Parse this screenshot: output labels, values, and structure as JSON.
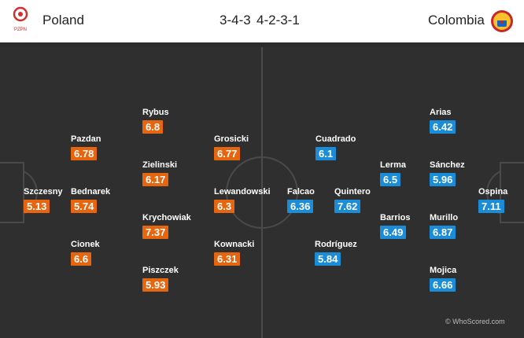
{
  "header": {
    "home_team": "Poland",
    "away_team": "Colombia",
    "home_formation": "3-4-3",
    "away_formation": "4-2-3-1",
    "home_crest_text": "PZPN"
  },
  "colors": {
    "home_rating": "#e8650f",
    "away_rating": "#1a8cd8",
    "pitch": "#2f2f2f"
  },
  "home_players": [
    {
      "name": "Szczesny",
      "rating": "5.13"
    },
    {
      "name": "Pazdan",
      "rating": "6.78"
    },
    {
      "name": "Bednarek",
      "rating": "5.74"
    },
    {
      "name": "Cionek",
      "rating": "6.6"
    },
    {
      "name": "Rybus",
      "rating": "6.8"
    },
    {
      "name": "Zielinski",
      "rating": "6.17"
    },
    {
      "name": "Krychowiak",
      "rating": "7.37"
    },
    {
      "name": "Piszczek",
      "rating": "5.93"
    },
    {
      "name": "Grosicki",
      "rating": "6.77"
    },
    {
      "name": "Lewandowski",
      "rating": "6.3"
    },
    {
      "name": "Kownacki",
      "rating": "6.31"
    }
  ],
  "away_players": [
    {
      "name": "Falcao",
      "rating": "6.36"
    },
    {
      "name": "Cuadrado",
      "rating": "6.1"
    },
    {
      "name": "Quintero",
      "rating": "7.62"
    },
    {
      "name": "Rodríguez",
      "rating": "5.84"
    },
    {
      "name": "Lerma",
      "rating": "6.5"
    },
    {
      "name": "Barrios",
      "rating": "6.49"
    },
    {
      "name": "Arias",
      "rating": "6.42"
    },
    {
      "name": "Sánchez",
      "rating": "5.96"
    },
    {
      "name": "Murillo",
      "rating": "6.87"
    },
    {
      "name": "Mojica",
      "rating": "6.66"
    },
    {
      "name": "Ospina",
      "rating": "7.11"
    }
  ],
  "credit": "© WhoScored.com"
}
